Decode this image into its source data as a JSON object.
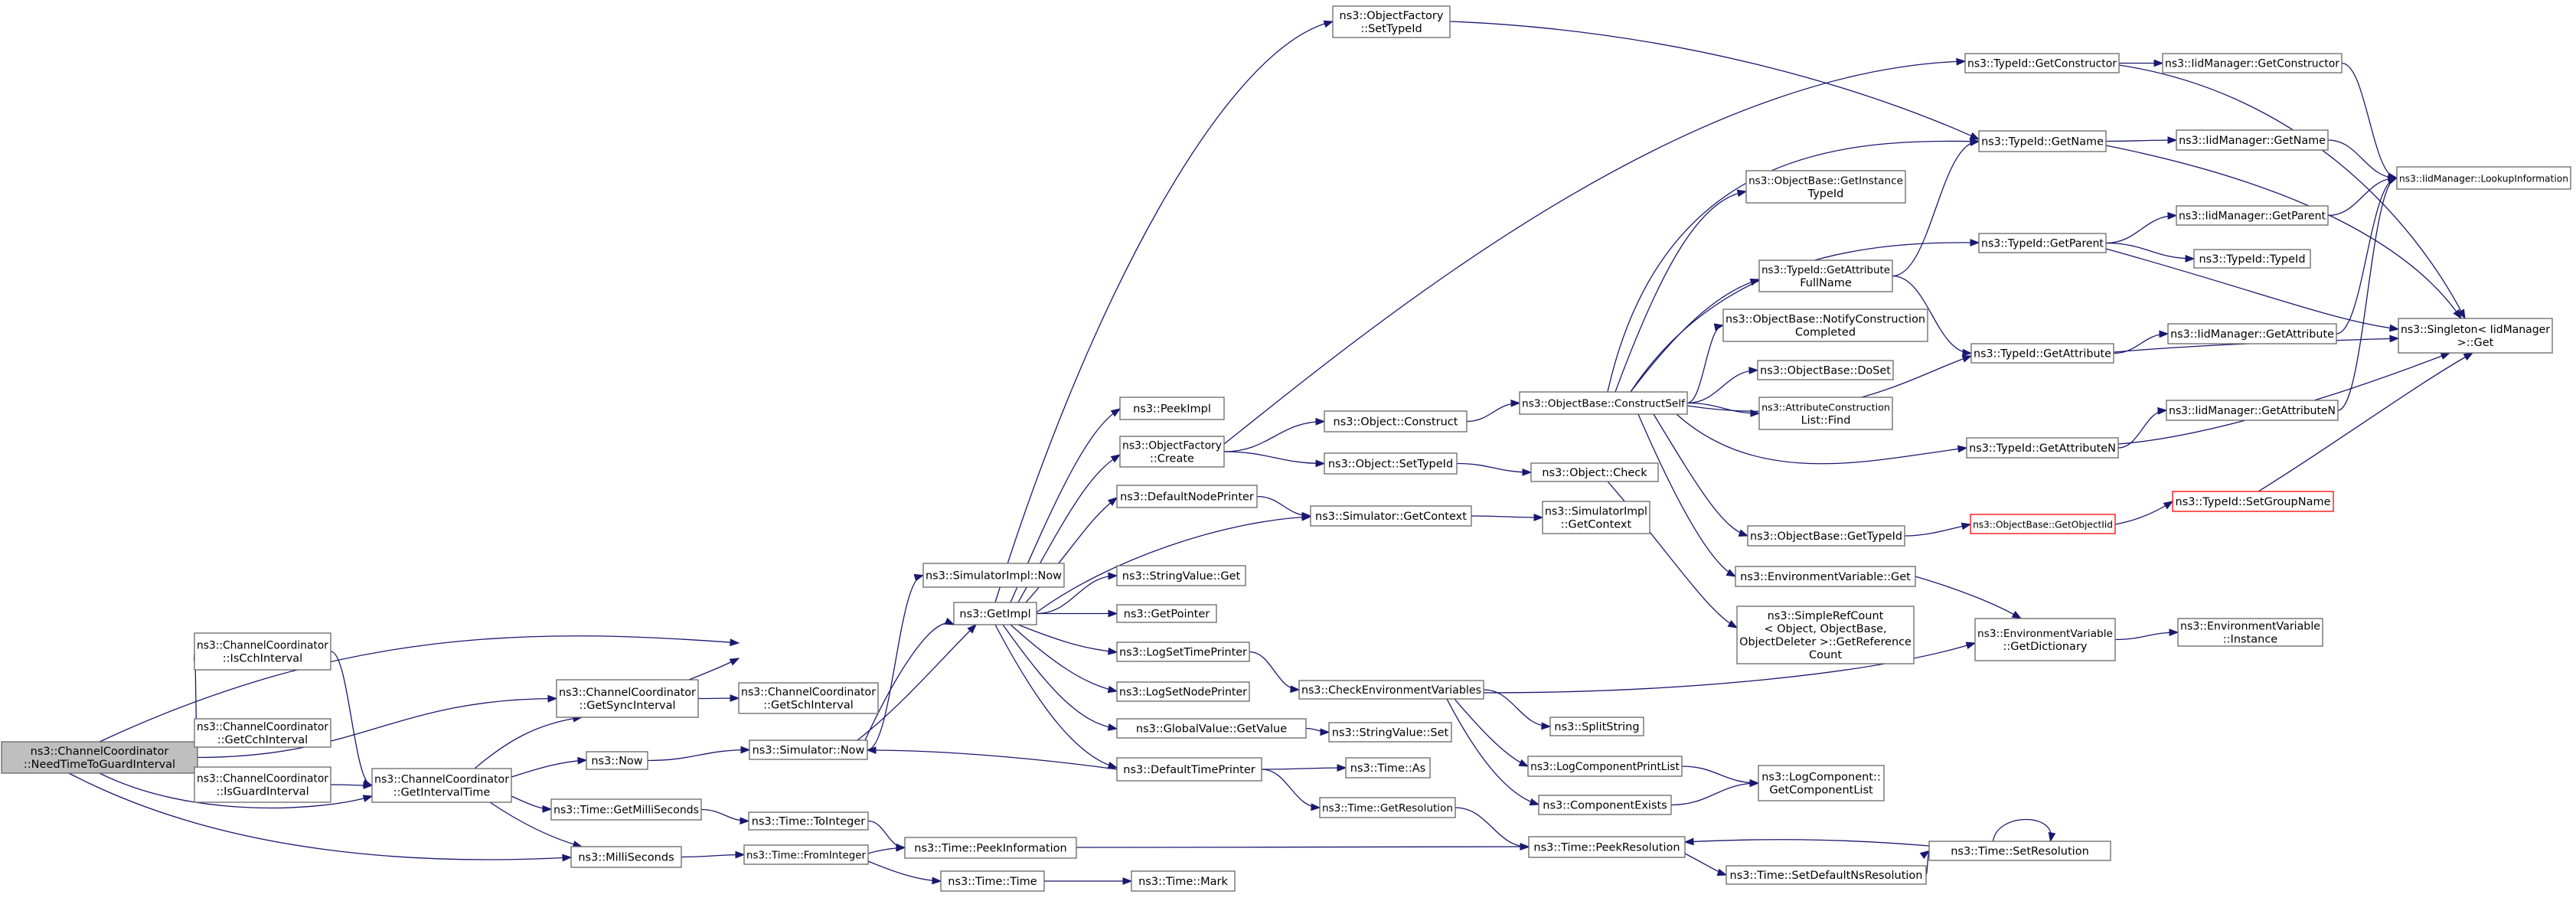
{
  "graph": {
    "title": "",
    "colors": {
      "edge": "#191970",
      "node_border": "#666666",
      "root_fill": "#bfbfbf",
      "warn_border": "#ff0000"
    },
    "nodes": [
      {
        "id": "n0",
        "lines": [
          "ns3::ChannelCoordinator",
          "::NeedTimeToGuardInterval"
        ],
        "style": "root"
      },
      {
        "id": "n1",
        "lines": [
          "ns3::ChannelCoordinator",
          "::GetCchInterval"
        ]
      },
      {
        "id": "n2",
        "lines": [
          "ns3::ChannelCoordinator",
          "::GetSyncInterval"
        ]
      },
      {
        "id": "n3",
        "lines": [
          "ns3::ChannelCoordinator",
          "::GetSchInterval"
        ]
      },
      {
        "id": "n4",
        "lines": [
          "ns3::ChannelCoordinator",
          "::IsCchInterval"
        ]
      },
      {
        "id": "n5",
        "lines": [
          "ns3::ChannelCoordinator",
          "::IsGuardInterval"
        ]
      },
      {
        "id": "n6",
        "lines": [
          "ns3::ChannelCoordinator",
          "::GetIntervalTime"
        ]
      },
      {
        "id": "n7",
        "lines": [
          "ns3::Now"
        ]
      },
      {
        "id": "n8",
        "lines": [
          "ns3::Simulator::Now"
        ]
      },
      {
        "id": "n9",
        "lines": [
          "ns3::SimulatorImpl::Now"
        ]
      },
      {
        "id": "n10",
        "lines": [
          "ns3::GetImpl"
        ]
      },
      {
        "id": "n11",
        "lines": [
          "ns3::Time::GetMilliSeconds"
        ]
      },
      {
        "id": "n12",
        "lines": [
          "ns3::Time::ToInteger"
        ]
      },
      {
        "id": "n13",
        "lines": [
          "ns3::MilliSeconds"
        ]
      },
      {
        "id": "n14",
        "lines": [
          "ns3::Time::FromInteger"
        ]
      },
      {
        "id": "n15",
        "lines": [
          "ns3::Time::PeekInformation"
        ]
      },
      {
        "id": "n16",
        "lines": [
          "ns3::Time::Time"
        ]
      },
      {
        "id": "n17",
        "lines": [
          "ns3::Time::Mark"
        ]
      },
      {
        "id": "n18",
        "lines": [
          "ns3::ObjectFactory",
          "::SetTypeId"
        ]
      },
      {
        "id": "n19",
        "lines": [
          "ns3::PeekImpl"
        ]
      },
      {
        "id": "n20",
        "lines": [
          "ns3::ObjectFactory",
          "::Create"
        ]
      },
      {
        "id": "n21",
        "lines": [
          "ns3::DefaultNodePrinter"
        ]
      },
      {
        "id": "n22",
        "lines": [
          "ns3::StringValue::Get"
        ]
      },
      {
        "id": "n23",
        "lines": [
          "ns3::GetPointer"
        ]
      },
      {
        "id": "n24",
        "lines": [
          "ns3::LogSetTimePrinter"
        ]
      },
      {
        "id": "n25",
        "lines": [
          "ns3::LogSetNodePrinter"
        ]
      },
      {
        "id": "n26",
        "lines": [
          "ns3::GlobalValue::GetValue"
        ]
      },
      {
        "id": "n27",
        "lines": [
          "ns3::DefaultTimePrinter"
        ]
      },
      {
        "id": "n28",
        "lines": [
          "ns3::Object::Construct"
        ]
      },
      {
        "id": "n29",
        "lines": [
          "ns3::Object::SetTypeId"
        ]
      },
      {
        "id": "n30",
        "lines": [
          "ns3::Simulator::GetContext"
        ]
      },
      {
        "id": "n31",
        "lines": [
          "ns3::CheckEnvironmentVariables"
        ]
      },
      {
        "id": "n32",
        "lines": [
          "ns3::StringValue::Set"
        ]
      },
      {
        "id": "n33",
        "lines": [
          "ns3::Time::As"
        ]
      },
      {
        "id": "n34",
        "lines": [
          "ns3::Time::GetResolution"
        ]
      },
      {
        "id": "n35",
        "lines": [
          "ns3::ObjectBase::ConstructSelf"
        ]
      },
      {
        "id": "n36",
        "lines": [
          "ns3::Object::Check"
        ]
      },
      {
        "id": "n37",
        "lines": [
          "ns3::SimulatorImpl",
          "::GetContext"
        ]
      },
      {
        "id": "n38",
        "lines": [
          "ns3::ObjectBase::GetInstance",
          "TypeId"
        ]
      },
      {
        "id": "n39",
        "lines": [
          "ns3::TypeId::GetAttribute",
          "FullName"
        ]
      },
      {
        "id": "n40",
        "lines": [
          "ns3::ObjectBase::NotifyConstruction",
          "Completed"
        ]
      },
      {
        "id": "n41",
        "lines": [
          "ns3::ObjectBase::DoSet"
        ]
      },
      {
        "id": "n42",
        "lines": [
          "ns3::AttributeConstruction",
          "List::Find"
        ]
      },
      {
        "id": "n43",
        "lines": [
          "ns3::ObjectBase::GetTypeId"
        ]
      },
      {
        "id": "n44",
        "lines": [
          "ns3::EnvironmentVariable::Get"
        ]
      },
      {
        "id": "n45",
        "lines": [
          "ns3::SimpleRefCount",
          "< Object, ObjectBase,",
          "ObjectDeleter >::GetReference",
          "Count"
        ]
      },
      {
        "id": "n46",
        "lines": [
          "ns3::SplitString"
        ]
      },
      {
        "id": "n47",
        "lines": [
          "ns3::LogComponentPrintList"
        ]
      },
      {
        "id": "n48",
        "lines": [
          "ns3::ComponentExists"
        ]
      },
      {
        "id": "n49",
        "lines": [
          "ns3::Time::PeekResolution"
        ]
      },
      {
        "id": "n50",
        "lines": [
          "ns3::Time::SetDefaultNsResolution"
        ]
      },
      {
        "id": "n51",
        "lines": [
          "ns3::TypeId::GetConstructor"
        ]
      },
      {
        "id": "n52",
        "lines": [
          "ns3::TypeId::GetName"
        ]
      },
      {
        "id": "n53",
        "lines": [
          "ns3::TypeId::GetParent"
        ]
      },
      {
        "id": "n54",
        "lines": [
          "ns3::TypeId::GetAttribute"
        ]
      },
      {
        "id": "n55",
        "lines": [
          "ns3::TypeId::GetAttributeN"
        ]
      },
      {
        "id": "n56",
        "lines": [
          "ns3::ObjectBase::GetObjectIid"
        ],
        "style": "red"
      },
      {
        "id": "n57",
        "lines": [
          "ns3::EnvironmentVariable",
          "::GetDictionary"
        ]
      },
      {
        "id": "n58",
        "lines": [
          "ns3::LogComponent::",
          "GetComponentList"
        ]
      },
      {
        "id": "n59",
        "lines": [
          "ns3::Time::SetResolution"
        ]
      },
      {
        "id": "n60",
        "lines": [
          "ns3::IidManager::GetConstructor"
        ]
      },
      {
        "id": "n61",
        "lines": [
          "ns3::IidManager::GetName"
        ]
      },
      {
        "id": "n62",
        "lines": [
          "ns3::IidManager::GetParent"
        ]
      },
      {
        "id": "n63",
        "lines": [
          "ns3::TypeId::TypeId"
        ]
      },
      {
        "id": "n64",
        "lines": [
          "ns3::IidManager::GetAttribute"
        ]
      },
      {
        "id": "n65",
        "lines": [
          "ns3::IidManager::GetAttributeN"
        ]
      },
      {
        "id": "n66",
        "lines": [
          "ns3::TypeId::SetGroupName"
        ],
        "style": "red"
      },
      {
        "id": "n67",
        "lines": [
          "ns3::EnvironmentVariable",
          "::Instance"
        ]
      },
      {
        "id": "n68",
        "lines": [
          "ns3::IidManager::LookupInformation"
        ]
      },
      {
        "id": "n69",
        "lines": [
          "ns3::Singleton< IidManager",
          " >::Get"
        ]
      }
    ],
    "edges": [
      [
        "n0",
        "n1"
      ],
      [
        "n0",
        "n2"
      ],
      [
        "n0",
        "n4"
      ],
      [
        "n0",
        "n5"
      ],
      [
        "n0",
        "n6"
      ],
      [
        "n0",
        "n13"
      ],
      [
        "n2",
        "n1"
      ],
      [
        "n2",
        "n3"
      ],
      [
        "n4",
        "n6"
      ],
      [
        "n5",
        "n6"
      ],
      [
        "n6",
        "n2"
      ],
      [
        "n6",
        "n7"
      ],
      [
        "n6",
        "n11"
      ],
      [
        "n6",
        "n13"
      ],
      [
        "n7",
        "n8"
      ],
      [
        "n8",
        "n9"
      ],
      [
        "n8",
        "n10"
      ],
      [
        "n9",
        "n10"
      ],
      [
        "n10",
        "n18"
      ],
      [
        "n10",
        "n19"
      ],
      [
        "n10",
        "n20"
      ],
      [
        "n10",
        "n21"
      ],
      [
        "n10",
        "n22"
      ],
      [
        "n10",
        "n23"
      ],
      [
        "n10",
        "n24"
      ],
      [
        "n10",
        "n25"
      ],
      [
        "n10",
        "n26"
      ],
      [
        "n10",
        "n27"
      ],
      [
        "n10",
        "n30"
      ],
      [
        "n11",
        "n12"
      ],
      [
        "n12",
        "n15"
      ],
      [
        "n13",
        "n14"
      ],
      [
        "n14",
        "n15"
      ],
      [
        "n14",
        "n16"
      ],
      [
        "n15",
        "n49"
      ],
      [
        "n16",
        "n17"
      ],
      [
        "n18",
        "n52"
      ],
      [
        "n20",
        "n28"
      ],
      [
        "n20",
        "n29"
      ],
      [
        "n20",
        "n51"
      ],
      [
        "n21",
        "n30"
      ],
      [
        "n24",
        "n31"
      ],
      [
        "n26",
        "n32"
      ],
      [
        "n27",
        "n8"
      ],
      [
        "n27",
        "n33"
      ],
      [
        "n27",
        "n34"
      ],
      [
        "n28",
        "n35"
      ],
      [
        "n29",
        "n36"
      ],
      [
        "n30",
        "n37"
      ],
      [
        "n31",
        "n46"
      ],
      [
        "n31",
        "n47"
      ],
      [
        "n31",
        "n48"
      ],
      [
        "n31",
        "n57"
      ],
      [
        "n34",
        "n49"
      ],
      [
        "n35",
        "n38"
      ],
      [
        "n35",
        "n39"
      ],
      [
        "n35",
        "n40"
      ],
      [
        "n35",
        "n41"
      ],
      [
        "n35",
        "n42"
      ],
      [
        "n35",
        "n43"
      ],
      [
        "n35",
        "n44"
      ],
      [
        "n35",
        "n52"
      ],
      [
        "n35",
        "n53"
      ],
      [
        "n35",
        "n54"
      ],
      [
        "n35",
        "n55"
      ],
      [
        "n36",
        "n45"
      ],
      [
        "n39",
        "n52"
      ],
      [
        "n39",
        "n54"
      ],
      [
        "n43",
        "n56"
      ],
      [
        "n44",
        "n57"
      ],
      [
        "n47",
        "n58"
      ],
      [
        "n48",
        "n58"
      ],
      [
        "n49",
        "n50"
      ],
      [
        "n50",
        "n59"
      ],
      [
        "n51",
        "n60"
      ],
      [
        "n51",
        "n69"
      ],
      [
        "n52",
        "n61"
      ],
      [
        "n52",
        "n69"
      ],
      [
        "n53",
        "n62"
      ],
      [
        "n53",
        "n63"
      ],
      [
        "n53",
        "n69"
      ],
      [
        "n54",
        "n64"
      ],
      [
        "n54",
        "n69"
      ],
      [
        "n55",
        "n65"
      ],
      [
        "n55",
        "n69"
      ],
      [
        "n56",
        "n66"
      ],
      [
        "n57",
        "n67"
      ],
      [
        "n59",
        "n49"
      ],
      [
        "n59",
        "n59"
      ],
      [
        "n60",
        "n68"
      ],
      [
        "n61",
        "n68"
      ],
      [
        "n62",
        "n68"
      ],
      [
        "n64",
        "n68"
      ],
      [
        "n65",
        "n68"
      ],
      [
        "n66",
        "n69"
      ]
    ]
  }
}
